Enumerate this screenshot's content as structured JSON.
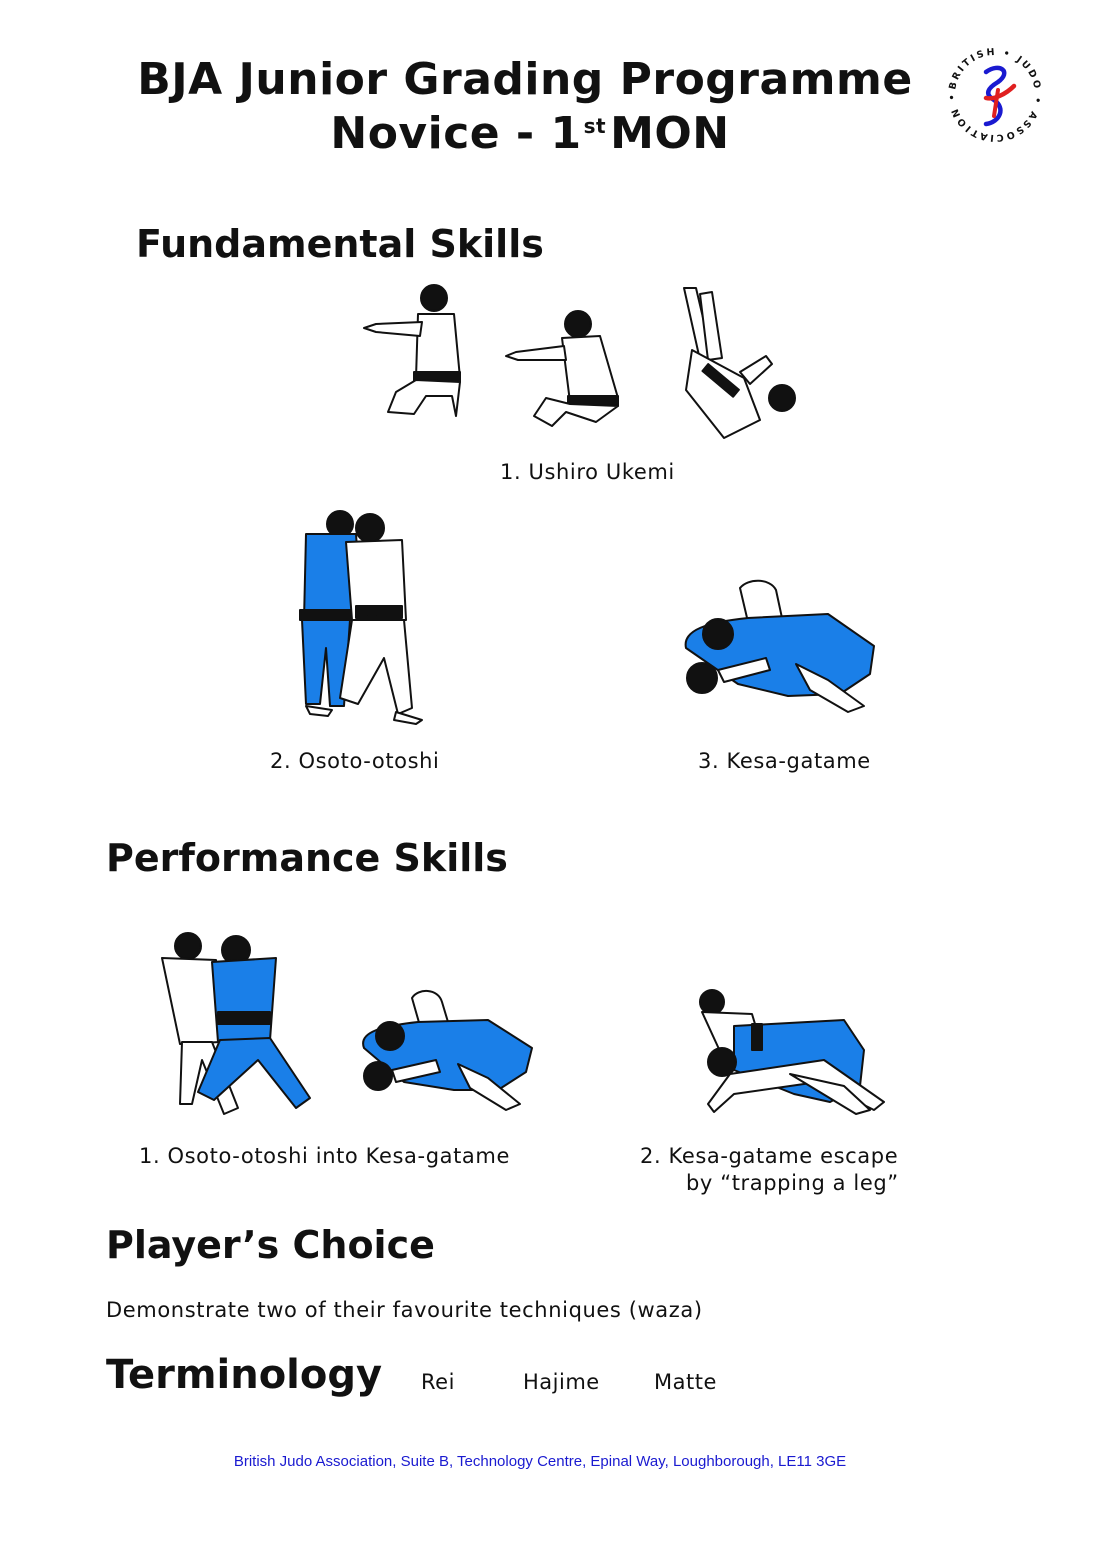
{
  "header": {
    "title_line1": "BJA Junior Grading Programme",
    "title_line2_prefix": "Novice - 1",
    "title_line2_sup": "st",
    "title_line2_suffix": "MON"
  },
  "logo": {
    "ring_text": "BRITISH • JUDO • ASSOCIATION •",
    "colors": {
      "blue": "#1a1ad0",
      "red": "#e02020"
    }
  },
  "fundamental": {
    "heading": "Fundamental Skills",
    "items": [
      {
        "caption": "1.  Ushiro Ukemi"
      },
      {
        "caption": "2.  Osoto-otoshi"
      },
      {
        "caption": "3.  Kesa-gatame"
      }
    ]
  },
  "performance": {
    "heading": "Performance Skills",
    "items": [
      {
        "caption": "1.  Osoto-otoshi into Kesa-gatame"
      },
      {
        "caption_line1": "2.  Kesa-gatame escape",
        "caption_line2": "by “trapping a leg”"
      }
    ]
  },
  "players_choice": {
    "heading": "Player’s Choice",
    "text": "Demonstrate two of their favourite techniques (waza)"
  },
  "terminology": {
    "heading": "Terminology",
    "terms": [
      "Rei",
      "Hajime",
      "Matte"
    ]
  },
  "footer": {
    "address": "British Judo Association, Suite B, Technology Centre, Epinal Way, Loughborough, LE11 3GE"
  },
  "colors": {
    "gi_blue": "#1a7fe8",
    "text": "#111111"
  }
}
